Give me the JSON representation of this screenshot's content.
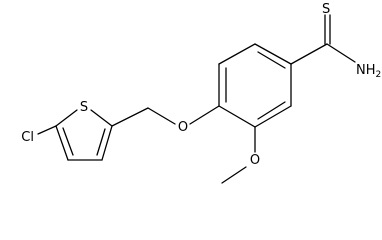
{
  "structure": {
    "atoms": {
      "thioamide_s": "S",
      "amine_nh2_n": "NH",
      "amine_nh2_sub": "2",
      "ether_o": "O",
      "methoxy_o": "O",
      "thiophene_s": "S",
      "chloro": "Cl"
    },
    "colors": {
      "bond": "#000000",
      "label": "#000000",
      "background": "#ffffff"
    }
  }
}
